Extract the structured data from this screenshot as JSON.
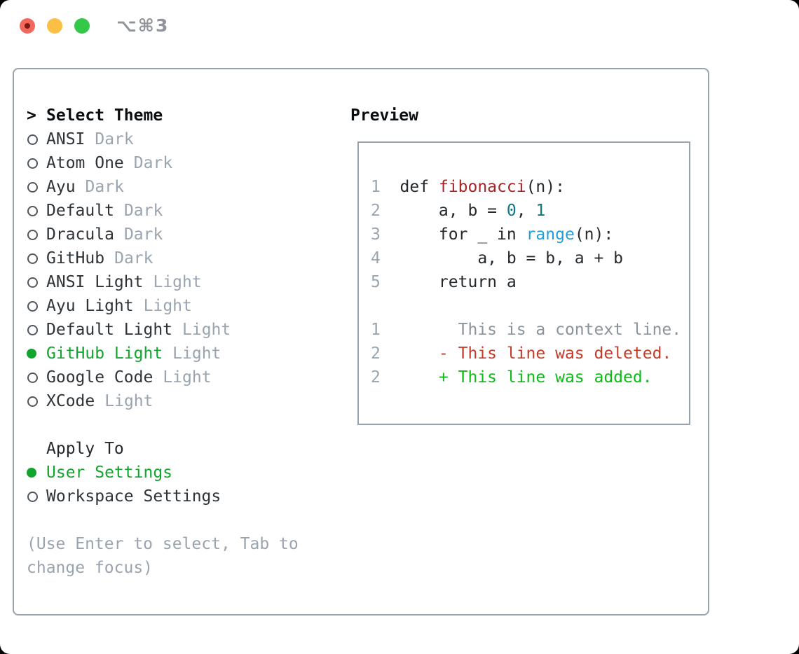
{
  "titlebar": {
    "title": "⌥⌘3",
    "lights": [
      "close",
      "minimize",
      "zoom"
    ]
  },
  "selector": {
    "cursor": ">",
    "header": "Select Theme",
    "themes": [
      {
        "name": "ANSI",
        "tag": "Dark",
        "selected": false
      },
      {
        "name": "Atom One",
        "tag": "Dark",
        "selected": false
      },
      {
        "name": "Ayu",
        "tag": "Dark",
        "selected": false
      },
      {
        "name": "Default",
        "tag": "Dark",
        "selected": false
      },
      {
        "name": "Dracula",
        "tag": "Dark",
        "selected": false
      },
      {
        "name": "GitHub",
        "tag": "Dark",
        "selected": false
      },
      {
        "name": "ANSI Light",
        "tag": "Light",
        "selected": false
      },
      {
        "name": "Ayu Light",
        "tag": "Light",
        "selected": false
      },
      {
        "name": "Default Light",
        "tag": "Light",
        "selected": false
      },
      {
        "name": "GitHub Light",
        "tag": "Light",
        "selected": true
      },
      {
        "name": "Google Code",
        "tag": "Light",
        "selected": false
      },
      {
        "name": "XCode",
        "tag": "Light",
        "selected": false
      }
    ]
  },
  "apply_to": {
    "header": "Apply To",
    "options": [
      {
        "label": "User Settings",
        "selected": true
      },
      {
        "label": "Workspace Settings",
        "selected": false
      }
    ]
  },
  "hint": "(Use Enter to select, Tab to change focus)",
  "preview": {
    "header": "Preview",
    "lines": [
      {
        "num": "1",
        "segs": [
          [
            "def ",
            "fg"
          ],
          [
            "fibonacci",
            "fn"
          ],
          [
            "(n):",
            "fg"
          ]
        ]
      },
      {
        "num": "2",
        "segs": [
          [
            "    a, b = ",
            "fg"
          ],
          [
            "0",
            "num"
          ],
          [
            ", ",
            "fg"
          ],
          [
            "1",
            "num"
          ]
        ]
      },
      {
        "num": "3",
        "segs": [
          [
            "    for _ in ",
            "fg"
          ],
          [
            "range",
            "blue"
          ],
          [
            "(n):",
            "fg"
          ]
        ]
      },
      {
        "num": "4",
        "segs": [
          [
            "        a, b = b, a + b",
            "fg"
          ]
        ]
      },
      {
        "num": "5",
        "segs": [
          [
            "    return a",
            "fg"
          ]
        ]
      },
      {
        "num": "",
        "segs": []
      },
      {
        "num": "1",
        "segs": [
          [
            "      This is a context line.",
            "ctx"
          ]
        ]
      },
      {
        "num": "2",
        "segs": [
          [
            "    - This line was deleted.",
            "del"
          ]
        ]
      },
      {
        "num": "2",
        "segs": [
          [
            "    + This line was added.",
            "add"
          ]
        ]
      }
    ]
  },
  "colors": {
    "accent_green": "#12a52e",
    "added_green": "#0dbb17",
    "deleted_red": "#c53b28",
    "function_red": "#a82426",
    "number_teal": "#0e767d",
    "builtin_blue": "#219fd8",
    "dim_gray": "#9aa4ae",
    "border_gray": "#9aa3ad",
    "traffic_red": "#f1685d",
    "traffic_yellow": "#fcbf45",
    "traffic_green": "#34c748"
  }
}
